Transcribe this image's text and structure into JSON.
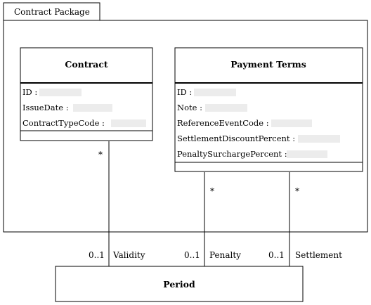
{
  "package": {
    "name": "Contract Package"
  },
  "classes": {
    "contract": {
      "name": "Contract",
      "attributes": [
        "ID :",
        "IssueDate :",
        "ContractTypeCode :"
      ]
    },
    "payment_terms": {
      "name": "Payment Terms",
      "attributes": [
        "ID :",
        "Note :",
        "ReferenceEventCode :",
        "SettlementDiscountPercent :",
        "PenaltySurchargePercent :"
      ]
    },
    "period": {
      "name": "Period"
    }
  },
  "associations": [
    {
      "source_multiplicity": "*",
      "target_multiplicity": "0..1",
      "role": "Validity"
    },
    {
      "source_multiplicity": "*",
      "target_multiplicity": "0..1",
      "role": "Penalty"
    },
    {
      "source_multiplicity": "*",
      "target_multiplicity": "0..1",
      "role": "Settlement"
    }
  ]
}
